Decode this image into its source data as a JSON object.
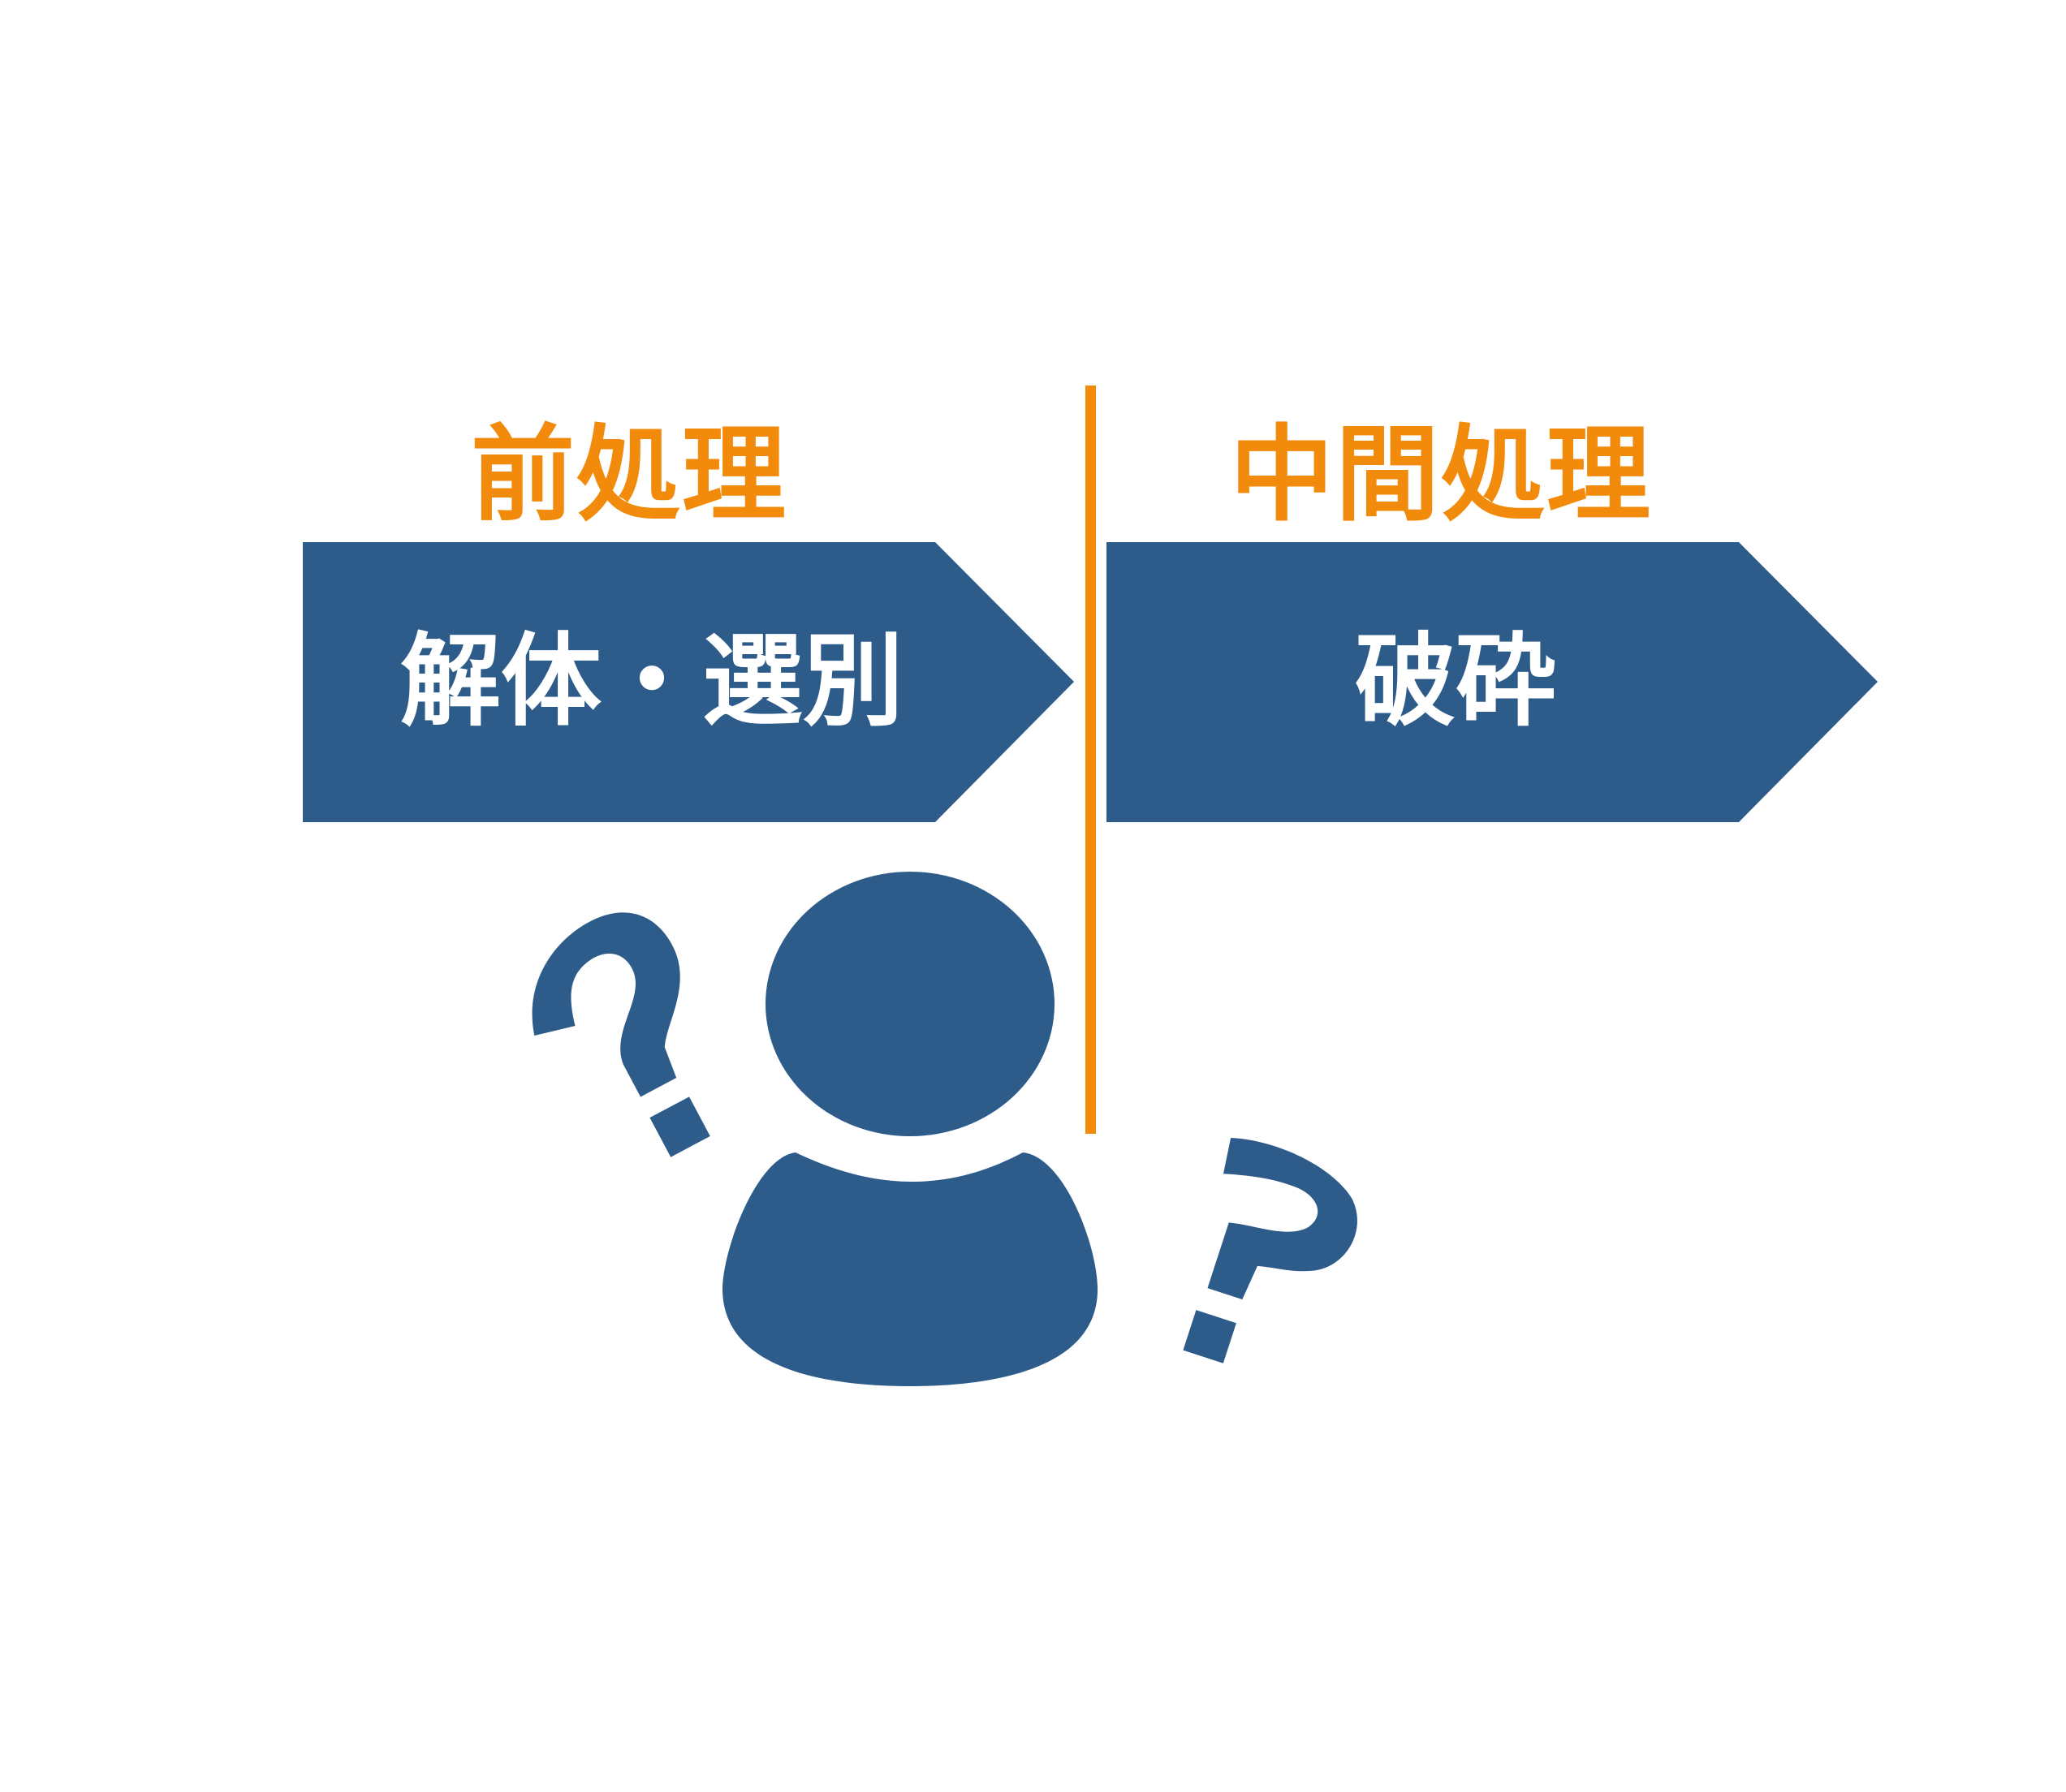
{
  "colors": {
    "accent": "#F28A0C",
    "shape": "#2E5C8A",
    "text_on_shape": "#FFFFFF",
    "background": "#FFFFFF"
  },
  "stages": [
    {
      "heading": "前処理",
      "label": "解体・選別"
    },
    {
      "heading": "中間処理",
      "label": "破砕"
    }
  ],
  "icons": [
    "person-icon",
    "question-mark-icon",
    "question-mark-icon"
  ]
}
